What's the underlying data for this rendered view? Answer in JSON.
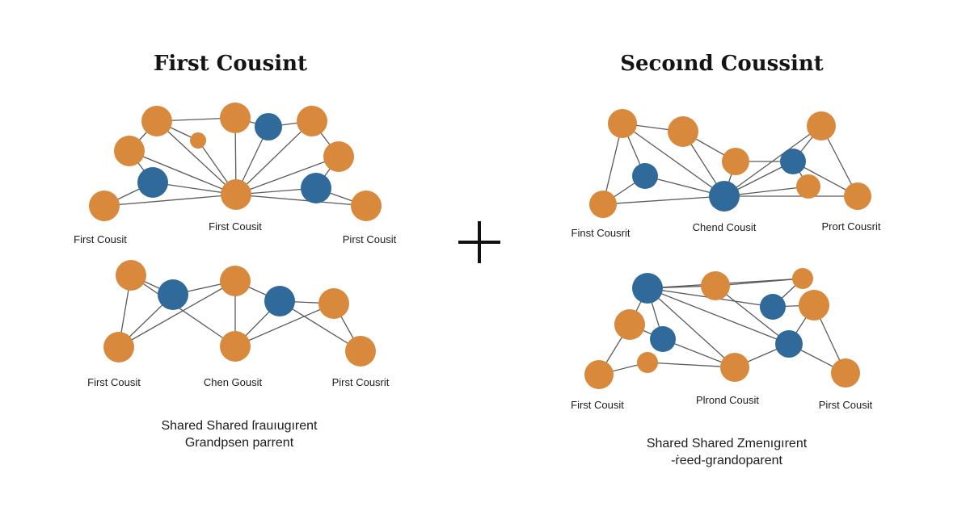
{
  "colors": {
    "orange": "#d9893c",
    "blue": "#2f6a9a",
    "edge": "#5a5a5a"
  },
  "operator_icon": "plus-icon",
  "left": {
    "title": "First Cousint",
    "caption_line1": "Shared Shared ſrauıugırent",
    "caption_line2": "Grandpsen parrent",
    "top_labels": [
      "First Cousit",
      "First Cousit",
      "Pirst Cousit"
    ],
    "bottom_labels": [
      "First Cousit",
      "Chen Gousit",
      "Pirst Cousrit"
    ]
  },
  "right": {
    "title": "Secoınd Coussint",
    "caption_line1": "Shared Shared Zmenıgırent",
    "caption_line2": "-ṙeed-grandoparent",
    "top_labels": [
      "Finst Cousrit",
      "Chend Cousit",
      "Prort Cousrit"
    ],
    "bottom_labels": [
      "First Cousit",
      "Plrond Cousit",
      "Pirst Cousit"
    ]
  }
}
